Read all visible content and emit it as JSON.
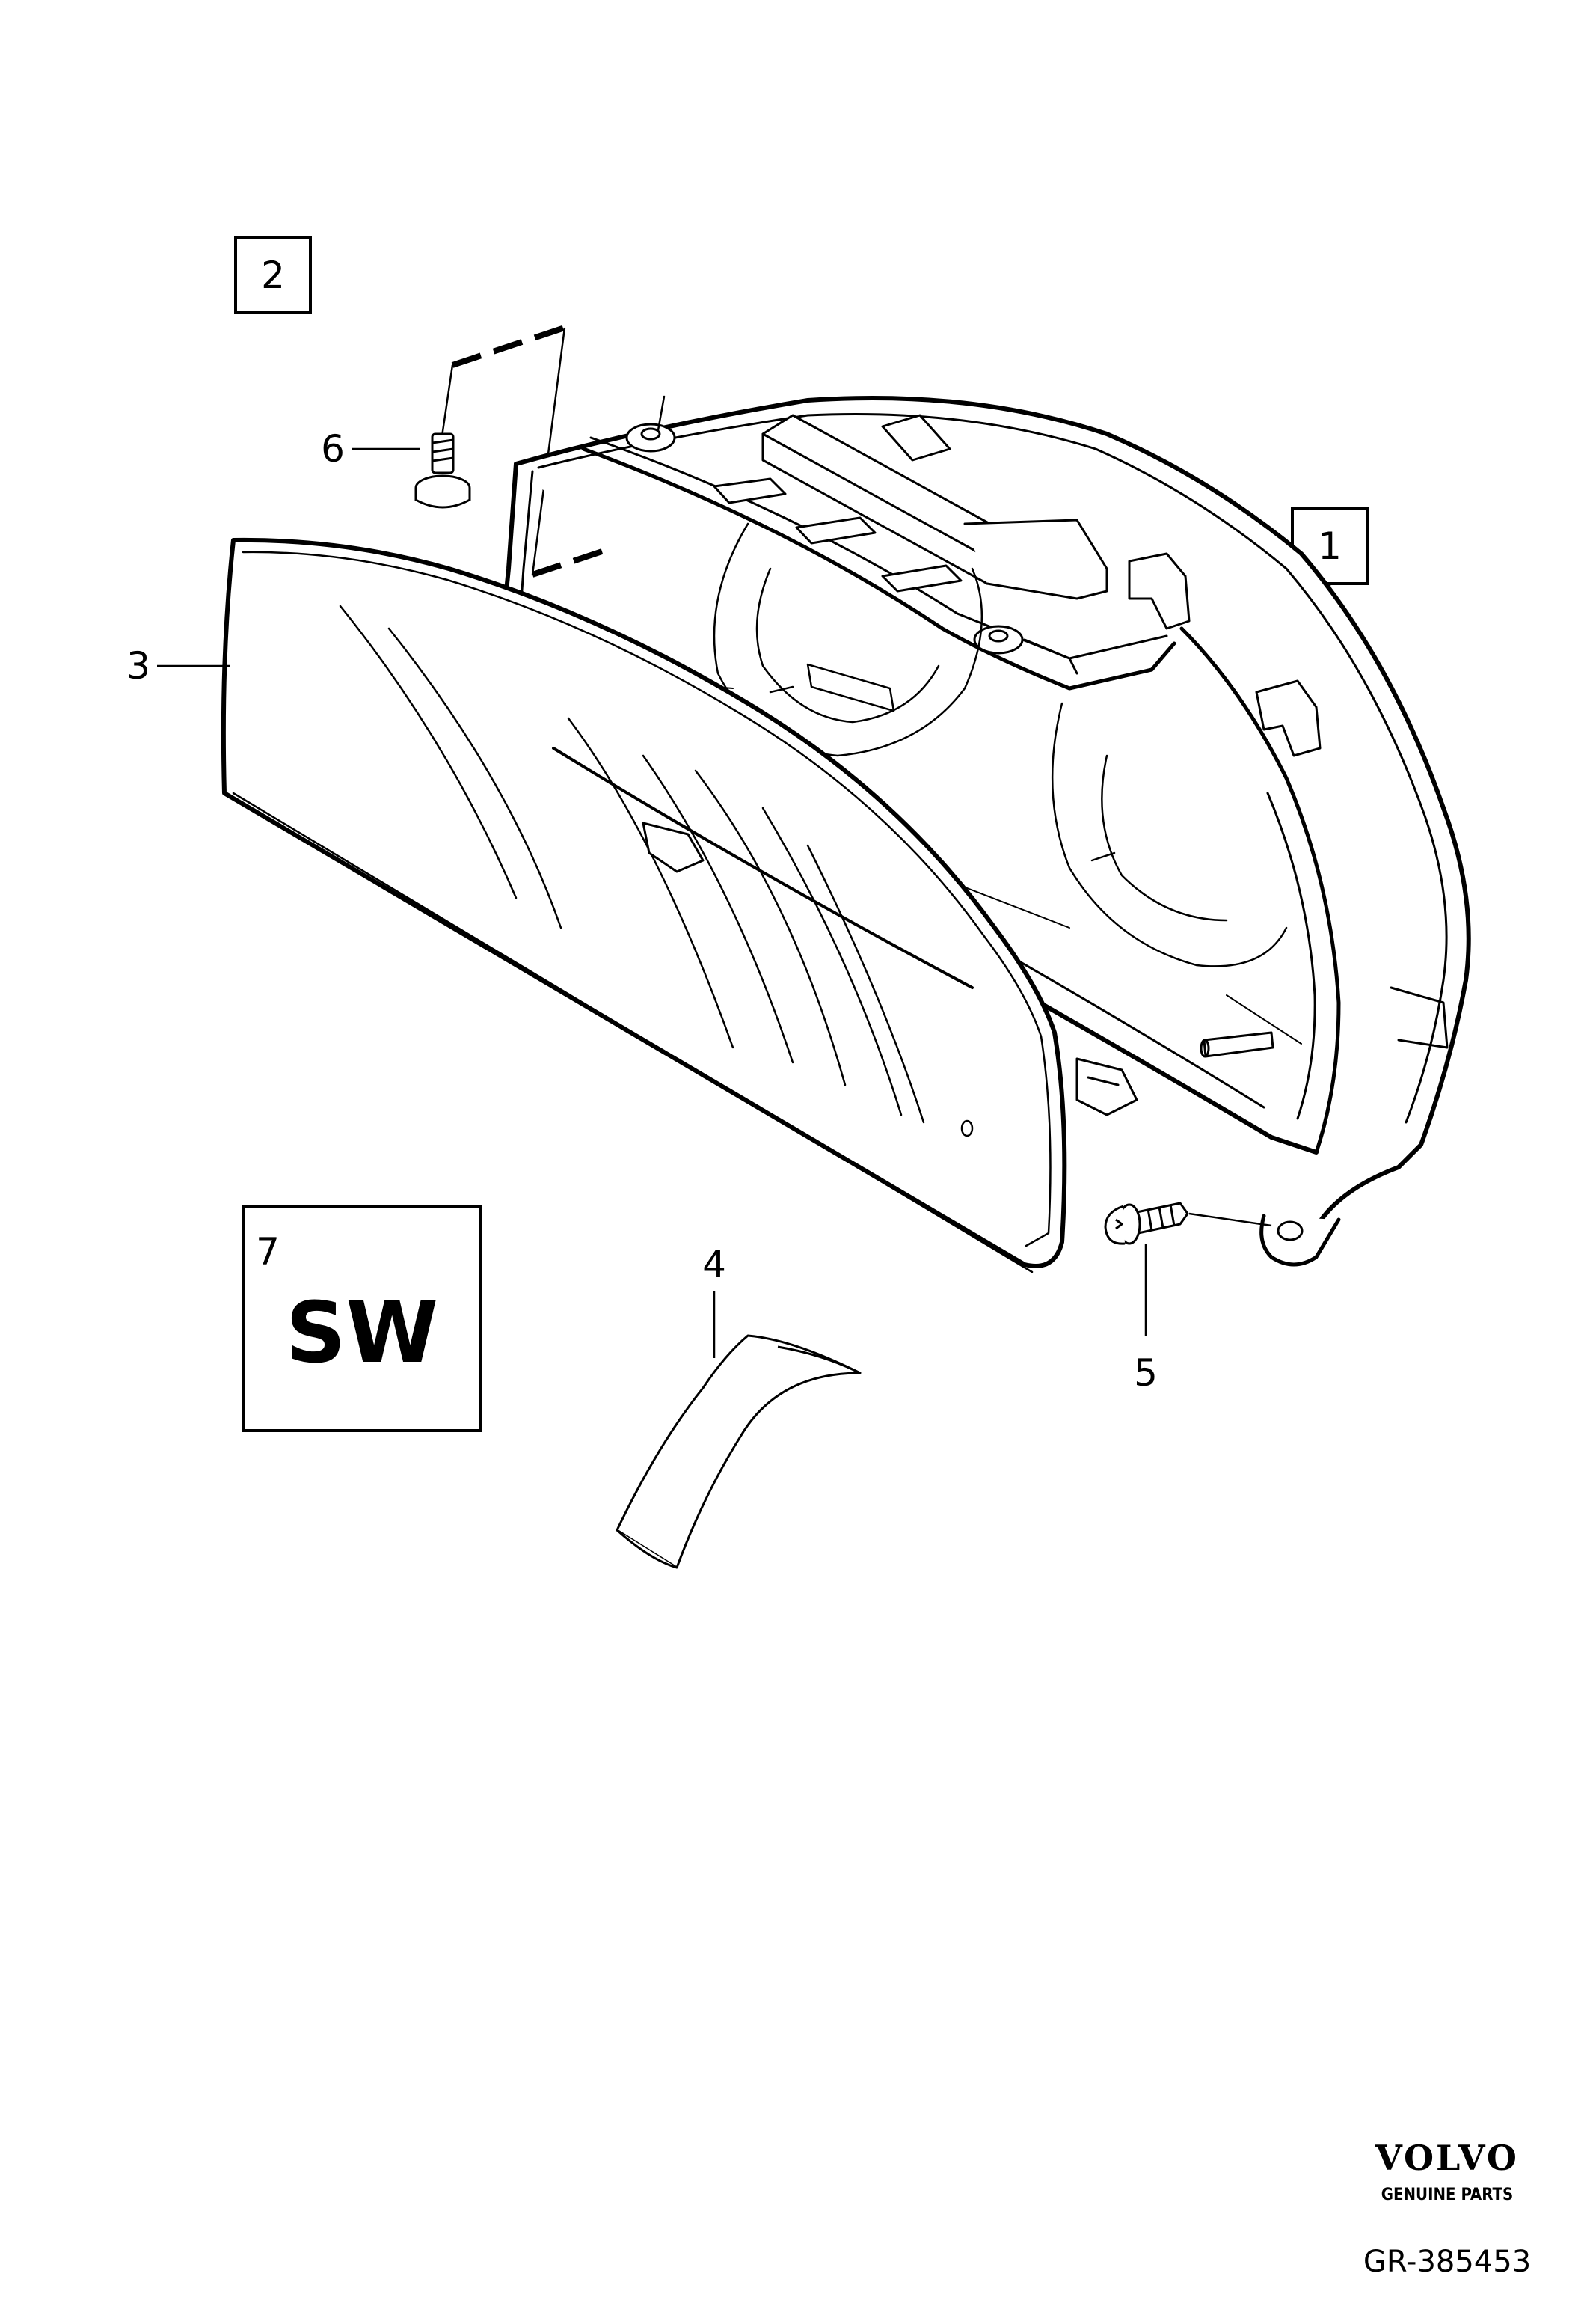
{
  "callouts": {
    "c1": "1",
    "c2": "2",
    "c3": "3",
    "c4": "4",
    "c5": "5",
    "c6": "6",
    "c7": "7"
  },
  "software_label": "SW",
  "brand": {
    "name": "VOLVO",
    "tagline": "GENUINE PARTS"
  },
  "reference_code": "GR-385453"
}
